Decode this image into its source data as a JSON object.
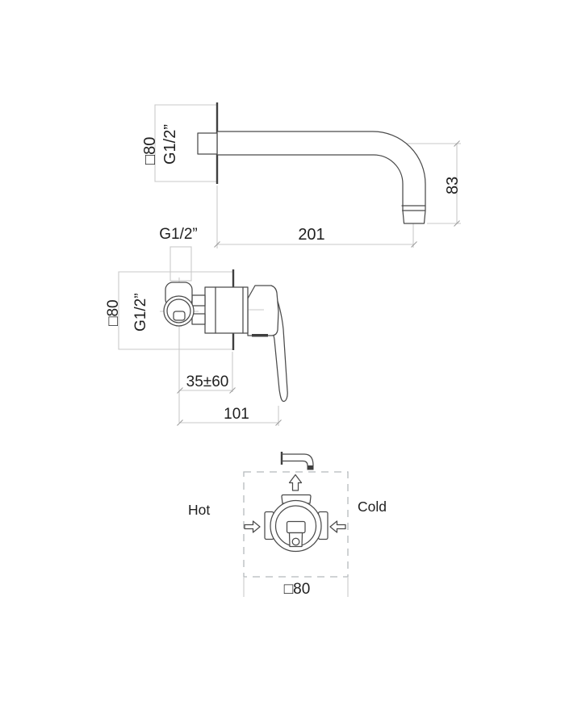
{
  "drawing_type": "faucet installation technical drawing",
  "colors": {
    "background": "#ffffff",
    "outline": "#4a4a4a",
    "wall_line": "#3f3f3f",
    "dimension_line": "#c9c9c9",
    "dashed_box": "#b5b9bc",
    "text": "#1f1f1f"
  },
  "views": {
    "spout_side": {
      "labels": {
        "flange_size": "□80",
        "thread": "G1/2”"
      },
      "dimensions": {
        "length": "201",
        "drop": "83"
      }
    },
    "valve_side": {
      "labels": {
        "inlet_thread_top": "G1/2”",
        "flange_size": "□80",
        "inlet_thread_left": "G1/2”"
      },
      "dimensions": {
        "depth_range": "35±60",
        "width": "101"
      }
    },
    "front": {
      "labels": {
        "hot": "Hot",
        "cold": "Cold",
        "flange_size": "□80"
      },
      "icons": {
        "spout": "spout-icon",
        "outlet": "outlet-arrow-icon",
        "hot_inlet": "hot-inlet-arrow-icon",
        "cold_inlet": "cold-inlet-arrow-icon"
      }
    }
  }
}
